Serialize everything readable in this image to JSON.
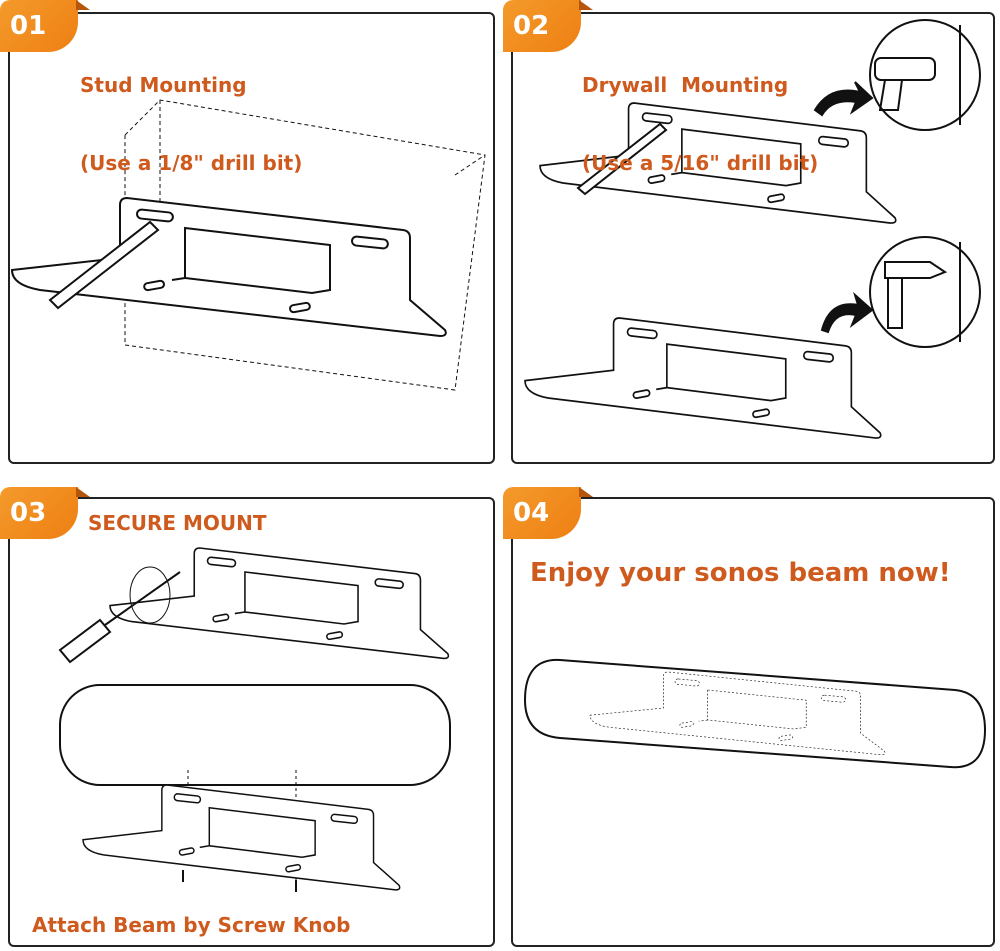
{
  "accent_color": "#cf5a1e",
  "badge_color": "#f08a1c",
  "steps": [
    {
      "number": "01",
      "title_line1": "Stud Mounting",
      "title_line2": "(Use a 1/8\" drill bit)"
    },
    {
      "number": "02",
      "title_line1": "Drywall  Mounting",
      "title_line2": "(Use a 5/16\" drill bit)"
    },
    {
      "number": "03",
      "title_line1": "SECURE MOUNT",
      "caption": "Attach Beam by Screw Knob"
    },
    {
      "number": "04",
      "title_line1": "Enjoy your sonos beam now!"
    }
  ]
}
